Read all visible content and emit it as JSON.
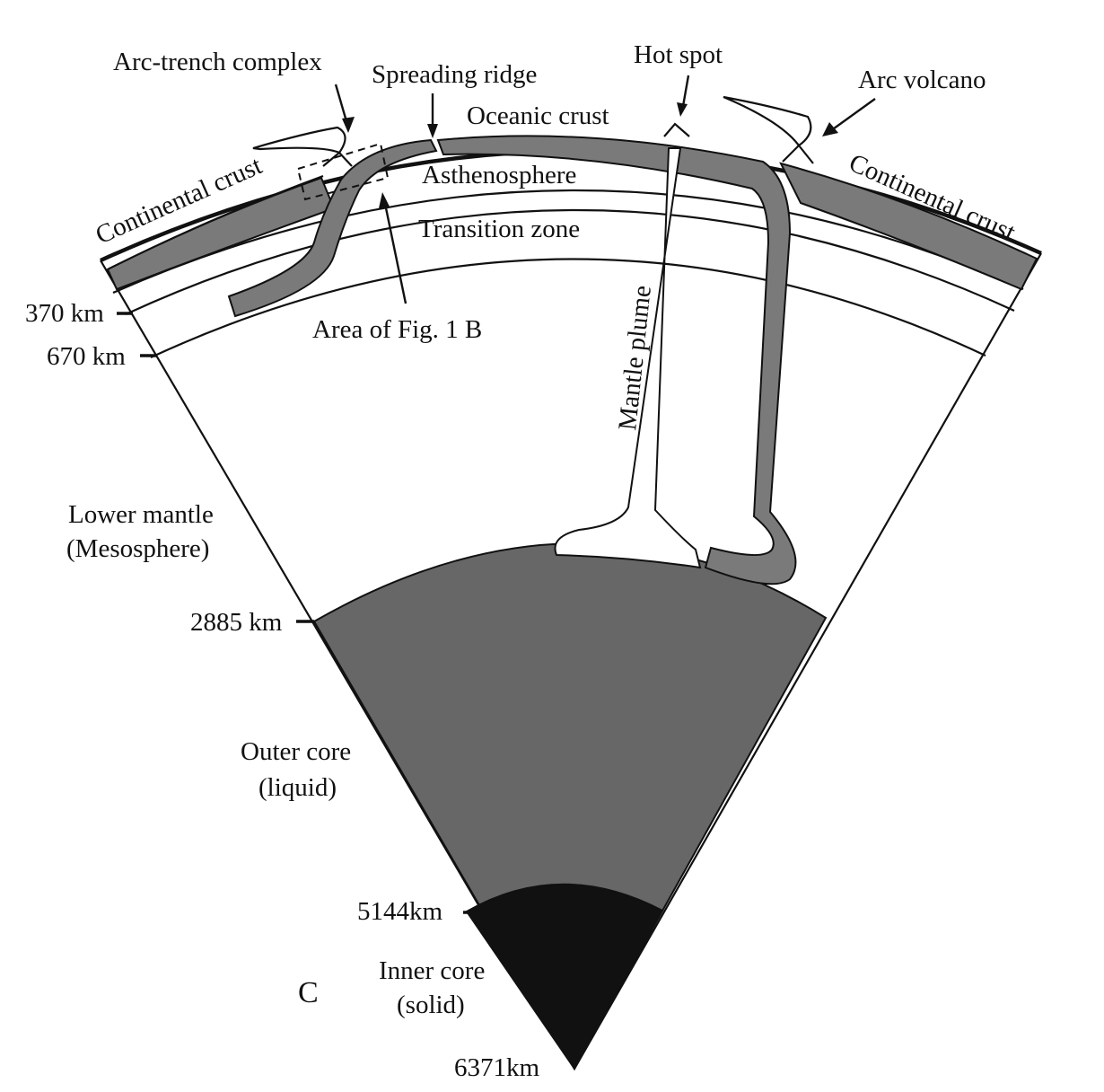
{
  "panel_letter": "C",
  "labels": {
    "arc_trench_complex": "Arc-trench complex",
    "spreading_ridge": "Spreading ridge",
    "hot_spot": "Hot spot",
    "arc_volcano": "Arc volcano",
    "oceanic_crust": "Oceanic crust",
    "asthenosphere": "Asthenosphere",
    "transition_zone": "Transition zone",
    "continental_crust_left": "Continental crust",
    "continental_crust_right": "Continental crust",
    "area_fig": "Area of Fig. 1 B",
    "mantle_plume": "Mantle plume",
    "lower_mantle_1": "Lower mantle",
    "lower_mantle_2": "(Mesosphere)",
    "outer_core_1": "Outer core",
    "outer_core_2": "(liquid)",
    "inner_core_1": "Inner core",
    "inner_core_2": "(solid)"
  },
  "depths": {
    "d370": "370 km",
    "d670": "670 km",
    "d2885": "2885 km",
    "d5144": "5144km",
    "d6371": "6371km"
  },
  "colors": {
    "slab": "#7a7a7a",
    "outer_core": "#676767",
    "inner_core": "#111111",
    "line": "#111111"
  }
}
